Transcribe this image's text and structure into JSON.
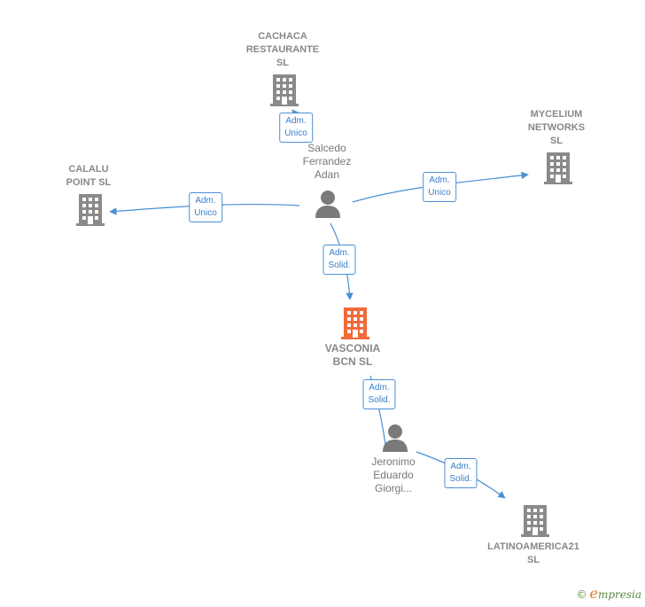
{
  "colors": {
    "company": "#8a8a8a",
    "main_company": "#f26a3a",
    "person": "#7a7a7a",
    "edge": "#4a8fd4"
  },
  "nodes": {
    "cachaca": {
      "lines": [
        "CACHACA",
        "RESTAURANTE",
        "SL"
      ],
      "icon": "building-icon"
    },
    "mycelium": {
      "lines": [
        "MYCELIUM",
        "NETWORKS",
        "SL"
      ],
      "icon": "building-icon"
    },
    "calalu": {
      "lines": [
        "CALALU",
        "POINT SL"
      ],
      "icon": "building-icon"
    },
    "salcedo": {
      "lines": [
        "Salcedo",
        "Ferrandez",
        "Adan"
      ],
      "icon": "person-icon"
    },
    "vasconia": {
      "lines": [
        "VASCONIA",
        "BCN  SL"
      ],
      "icon": "building-icon"
    },
    "jeronimo": {
      "lines": [
        "Jeronimo",
        "Eduardo",
        "Giorgi..."
      ],
      "icon": "person-icon"
    },
    "latinoamerica": {
      "lines": [
        "LATINOAMERICA21",
        "SL"
      ],
      "icon": "building-icon"
    }
  },
  "edges": {
    "salcedo_cachaca": [
      "Adm.",
      "Unico"
    ],
    "salcedo_calalu": [
      "Adm.",
      "Unico"
    ],
    "salcedo_mycelium": [
      "Adm.",
      "Unico"
    ],
    "salcedo_vasconia": [
      "Adm.",
      "Solid."
    ],
    "jeronimo_vasconia": [
      "Adm.",
      "Solid."
    ],
    "jeronimo_latinoamerica": [
      "Adm.",
      "Solid."
    ]
  },
  "brand": {
    "copyright": "©",
    "initial": "e",
    "name": "mpresia"
  }
}
